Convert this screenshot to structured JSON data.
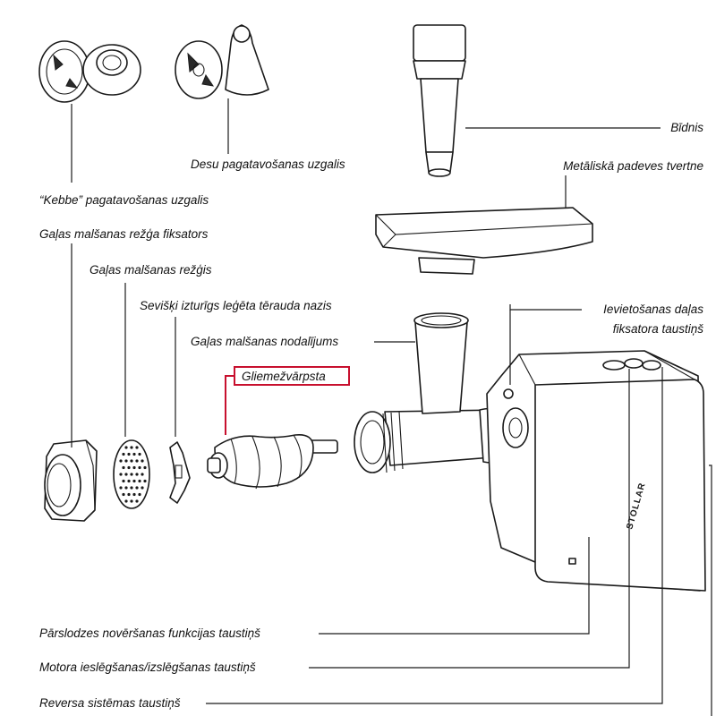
{
  "labels": {
    "bidnis": "Bīdnis",
    "tvertne": "Metāliskā padeves tvertne",
    "desu": "Desu pagatavošanas uzgalis",
    "kebbe": "“Kebbe” pagatavošanas uzgalis",
    "fiksators": "Gaļas malšanas režģa fiksators",
    "rezgis": "Gaļas malšanas režģis",
    "nazis": "Sevišķi izturīgs leģēta tērauda nazis",
    "nodalijums": "Gaļas malšanas nodalījums",
    "gliemezvarpsta": "Gliemežvārpsta",
    "ievietosanas_1": "Ievietošanas daļas",
    "ievietosanas_2": "fiksatora taustiņš",
    "parslodzes": "Pārslodzes novēršanas funkcijas taustiņš",
    "motora": "Motora ieslēgšanas/izslēgšanas taustiņš",
    "reversa": "Reversa sistēmas taustiņš"
  },
  "brand": "STOLLAR",
  "colors": {
    "highlight": "#c8102e",
    "line": "#1a1a1a"
  }
}
